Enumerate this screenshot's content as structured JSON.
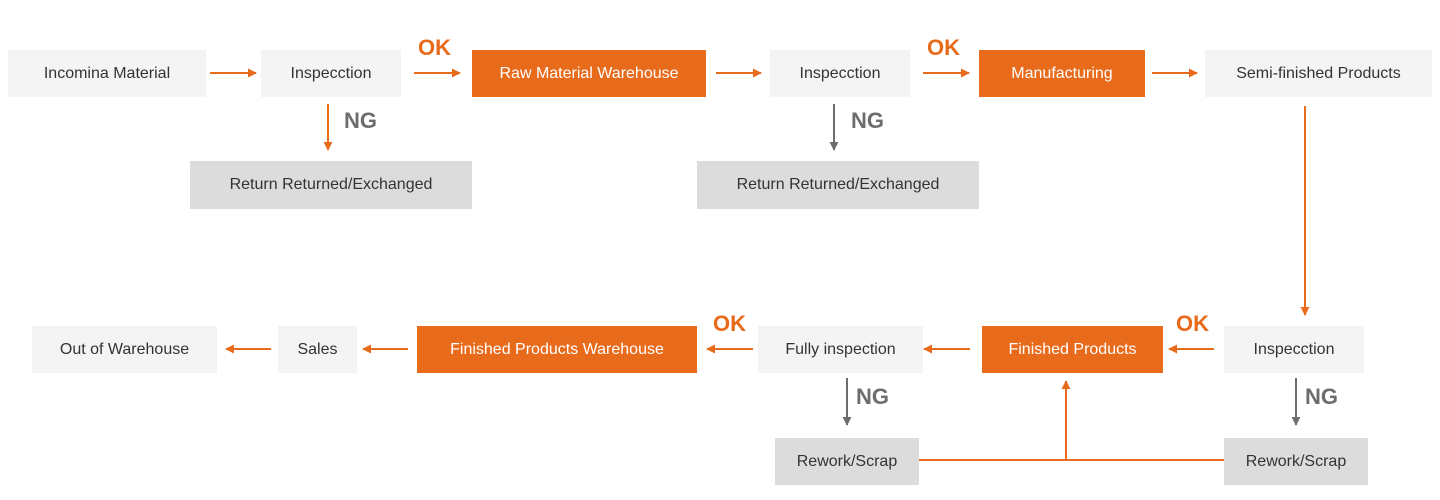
{
  "colors": {
    "accent": "#e86a1b",
    "box_light": "#f4f4f4",
    "box_mid": "#dcdcdc",
    "ng_label": "#6d6d6d",
    "text": "#333333"
  },
  "row1": {
    "incoming": "Incomina Material",
    "inspection1": "Inspecction",
    "raw_warehouse": "Raw Material Warehouse",
    "inspection2": "Inspecction",
    "manufacturing": "Manufacturing",
    "semi_finished": "Semi-finished Products",
    "return1": "Return Returned/Exchanged",
    "return2": "Return Returned/Exchanged"
  },
  "row2": {
    "out_of_warehouse": "Out of Warehouse",
    "sales": "Sales",
    "finished_warehouse": "Finished Products Warehouse",
    "fully_inspection": "Fully inspection",
    "finished_products": "Finished Products",
    "inspection3": "Inspecction",
    "rework1": "Rework/Scrap",
    "rework2": "Rework/Scrap"
  },
  "labels": {
    "ok": "OK",
    "ng": "NG"
  }
}
